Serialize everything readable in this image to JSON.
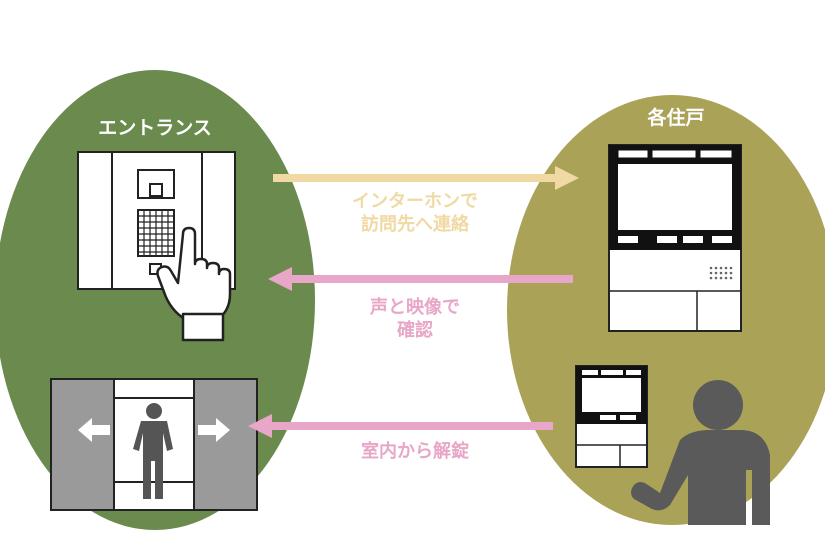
{
  "zones": {
    "entrance": {
      "label": "エントランス",
      "color": "#6b8a4e"
    },
    "residence": {
      "label": "各住戸",
      "color": "#aaa256"
    }
  },
  "messages": {
    "intercom": {
      "lines": [
        "インターホンで",
        "訪問先へ連絡"
      ],
      "color": "#f0d9a2"
    },
    "video": {
      "lines": [
        "声と映像で",
        "確認"
      ],
      "color": "#e8a6c8"
    },
    "unlock": {
      "lines": [
        "室内から解錠"
      ],
      "color": "#e8a6c8"
    }
  },
  "icons": {
    "entrance_panel": "intercom-entrance-panel-icon",
    "pressing_hand": "pointing-hand-icon",
    "auto_door": "automatic-door-icon",
    "walking_person": "person-icon",
    "indoor_monitor": "indoor-monitor-icon",
    "small_monitor": "handheld-monitor-icon",
    "resident": "resident-person-icon"
  }
}
